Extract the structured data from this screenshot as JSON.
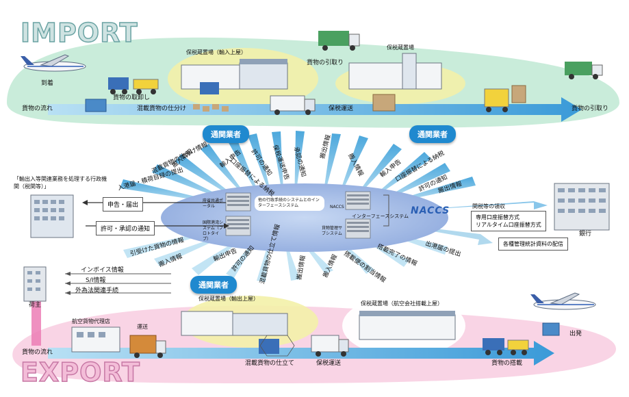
{
  "titles": {
    "import": "IMPORT",
    "export": "EXPORT"
  },
  "customs_broker_label": "通関業者",
  "import_flow": {
    "arrival": "到着",
    "cargo_flow": "貨物の流れ",
    "cargo_unloading": "貨物の取卸し",
    "consolidated_sorting": "混載貨物の仕分け",
    "bonded_warehouse_import": "保税蔵置場（輸入上屋）",
    "cargo_pickup_1": "貨物の引取り",
    "bonded_warehouse": "保税蔵置場",
    "bonded_transport": "保税運送",
    "cargo_pickup_2": "貨物の引取り"
  },
  "export_flow": {
    "cargo_flow": "貨物の流れ",
    "shipper": "荷主",
    "air_cargo_agent": "航空貨物代理店",
    "transport": "運送",
    "bonded_warehouse_export": "保税蔵置場（輸出上屋）",
    "consolidated_packing": "混載貨物の仕立て",
    "bonded_transport": "保税運送",
    "bonded_warehouse_airline": "保税蔵置場（航空会社搭載上屋）",
    "cargo_loading": "貨物の搭載",
    "departure": "出発"
  },
  "left_side": {
    "agency_label": "「輸出入等関連業務を処理する行政機関（税関等）」",
    "declaration": "申告・届出",
    "approval_notice": "許可・承認の通知"
  },
  "center": {
    "box1": "府省共通ポータル",
    "box2": "他の行政手続のシステムとのインターフェースシステム",
    "box3": "国際港湾システム（プロトタイプ）",
    "interface": "インターフェースシステム",
    "naccs_label": "NACCS",
    "cargo_mgmt": "貨物管理サブシステム",
    "logo": "NACCS"
  },
  "rays_top_left": [
    "入港届・積荷目録の提出",
    "混載貨物の仕分け情報",
    "搬入情報",
    "輸入申告",
    "口座振替による納税",
    "許可の通知",
    "保税運送申告",
    "承認の通知"
  ],
  "rays_top_right": [
    "搬出情報",
    "搬入情報",
    "輸入申告",
    "口座振替による納税",
    "許可の通知",
    "搬出情報"
  ],
  "rays_bottom_left": [
    "引受けた貨物の情報",
    "搬入情報",
    "輸出申告",
    "許可の通知",
    "混載貨物の仕立て情報",
    "搬出情報",
    "搬入情報"
  ],
  "rays_bottom_right": [
    "搭載便の割当情報",
    "搭載完了の情報",
    "出港届の提出"
  ],
  "right_side": {
    "tax_collection": "関税等の領収",
    "method1": "専用口座振替方式",
    "method2": "リアルタイム口座振替方式",
    "bank": "銀行",
    "statistics": "各種管理統計資料の配信"
  },
  "shipper_info": [
    "インボイス情報",
    "S/I情報",
    "外為法関連手続"
  ],
  "colors": {
    "import_band": "#bfe9d4",
    "export_band": "#f7c9df",
    "hub": "#9db7e6",
    "arrow_blue": "#3aa0dc",
    "pill": "#1f89cf"
  }
}
